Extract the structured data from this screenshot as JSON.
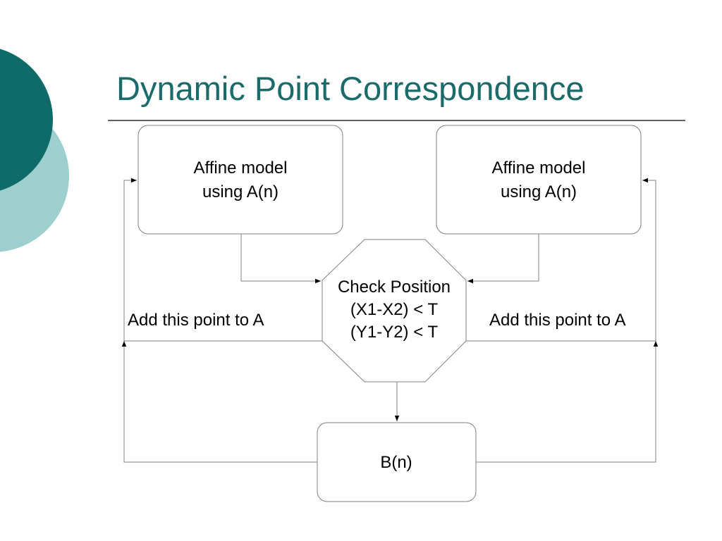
{
  "slide": {
    "title": "Dynamic Point Correspondence"
  },
  "diagram": {
    "left_box": {
      "line1": "Affine model",
      "line2": "using A(n)"
    },
    "right_box": {
      "line1": "Affine model",
      "line2": "using A(n)"
    },
    "check": {
      "line1": "Check Position",
      "line2": "(X1-X2)  < T",
      "line3": "(Y1-Y2)  < T"
    },
    "bottom_box": {
      "label": "B(n)"
    },
    "left_edge_label": "Add this point to A",
    "right_edge_label": "Add this point to A"
  },
  "colors": {
    "title": "#1b6b6b",
    "circle_dark": "#0e6b69",
    "circle_light": "#9ecfcf",
    "rule": "#000000",
    "stroke": "#808080"
  }
}
